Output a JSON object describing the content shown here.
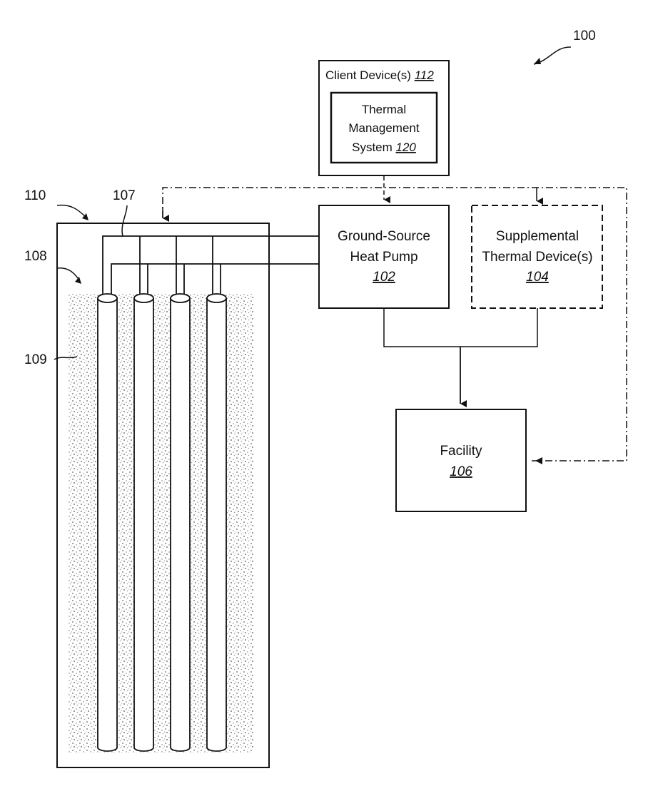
{
  "figure_ref": "100",
  "client_device": {
    "label": "Client Device(s) ",
    "ref": "112",
    "inner": {
      "line1": "Thermal",
      "line2": "Management",
      "line3": "System ",
      "ref": "120"
    }
  },
  "heat_pump": {
    "line1": "Ground-Source",
    "line2": "Heat Pump",
    "ref": "102"
  },
  "supplemental": {
    "line1": "Supplemental",
    "line2": "Thermal Device(s)",
    "ref": "104"
  },
  "facility": {
    "line1": "Facility",
    "ref": "106"
  },
  "ground_loop": {
    "field_ref": "110",
    "piping_ref": "107",
    "borehole_ref": "108",
    "soil_ref": "109",
    "pipe_count": 4
  }
}
